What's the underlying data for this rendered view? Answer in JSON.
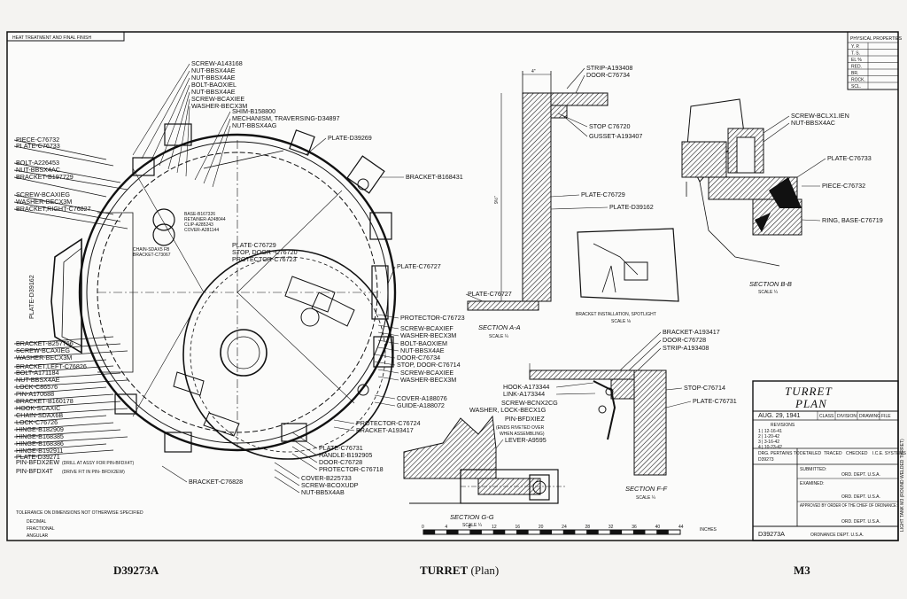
{
  "sheet": {
    "heat_treatment_header": "HEAT TREATMENT AND FINAL FINISH",
    "physical_properties": {
      "header": "PHYSICAL PROPERTIES",
      "rows": [
        "Y. P.",
        "T. S.",
        "EL %",
        "RED.",
        "BR.",
        "ROCK.",
        "SCL."
      ]
    },
    "tolerance_note": {
      "title": "TOLERANCE ON DIMENSIONS NOT OTHERWISE SPECIFIED",
      "rows": [
        "DECIMAL",
        "FRACTIONAL",
        "ANGULAR"
      ]
    },
    "side_note": "LIGHT TANK M3 (ROUND WELDED TURRET)"
  },
  "labels_left": [
    "PIECE-C76732",
    "PLATE-C76733",
    "BOLT-A226453",
    "NUT-BBSX4AC",
    "BRACKET-B197729",
    "SCREW-BCAXIEG",
    "WASHER-BECX3M",
    "BRACKET,RIGHT-C76827",
    "PLATE-D39162",
    "BRACKET-B257766",
    "SCREW-BCAXIEG",
    "WASHER-BECX3M",
    "BRACKET,LEFT-C76826",
    "BOLT-A171184",
    "NUT-BBSX4AE",
    "LOCK-C86576",
    "PIN-A170688",
    "BRACKET-B160178",
    "HOOK-SCAXIC",
    "CHAIN-SDAX6B",
    "LOCK-C76726",
    "HINGE-B182909",
    "HINGE-B168385",
    "HINGE-B168386",
    "HINGE-B192911",
    "PLATE-D39271"
  ],
  "pins": [
    {
      "part": "PIN-BFDX2EW",
      "note": "(DRILL AT ASSY FOR PIN-BFDX4T)"
    },
    {
      "part": "PIN-BFDX4T",
      "note": "(DRIVE FIT IN PIN- BFDX2EW)"
    }
  ],
  "labels_top": [
    "SCREW-A143168",
    "NUT-BBSX4AE",
    "NUT-BBSX4AE",
    "BOLT-BAOXIEL",
    "NUT-BBSX4AE",
    "SCREW-BCAXIEE",
    "WASHER-BECX3M",
    "SHIM-B158800",
    "MECHANISM, TRAVERSING-D34897",
    "NUT-BBSX4AG"
  ],
  "labels_inner": [
    "PLATE-D39269",
    "BRACKET-B168431",
    "PLATE-C76729",
    "STOP, DOOR -C76720",
    "PROTECTOR-C76723",
    "PLATE-C76727",
    "BASE-B167326",
    "RETAINER-A248044",
    "CLIP-A285243",
    "COVER-A281144",
    "CHAIN-SDAX5 FB",
    "BRACKET-C73067"
  ],
  "labels_right_of_turret": [
    "PROTECTOR-C76723",
    "SCREW-BCAXIEF",
    "WASHER-BECX3M",
    "BOLT-BAOXIEM",
    "NUT-BBSX4AE",
    "DOOR-C76734",
    "STOP, DOOR-C76714",
    "SCREW-BCAXIEE",
    "WASHER-BECX3M",
    "COVER-A188076",
    "GUIDE-A188072",
    "PROTECTOR-C76724",
    "BRACKET-A193417"
  ],
  "labels_bottom": [
    "PLATE-C76731",
    "HANDLE-B192905",
    "DOOR-C76728",
    "PROTECTOR-C76718",
    "COVER-B225733",
    "SCREW-BCOXUDP",
    "NUT-BB5X4AB",
    "BRACKET-C76828"
  ],
  "section_a": {
    "labels": [
      "STRIP-A193408",
      "DOOR-C76734",
      "STOP C76720",
      "GUSSET-A193407",
      "PLATE-C76729",
      "PLATE-D39162",
      "PLATE-C76727"
    ],
    "title": "SECTION A-A",
    "scale": "SCALE ¼",
    "note": "BRACKET INSTALLATION, SPOTLIGHT",
    "note_scale": "SCALE ⅛",
    "dim_top": "4\"",
    "dim_side": "9½\""
  },
  "section_b": {
    "labels": [
      "SCREW-BCLX1.IEN",
      "NUT-BBSX4AC",
      "PLATE-C76733",
      "PIECE-C76732",
      "RING, BASE-C76719"
    ],
    "title": "SECTION B-B",
    "scale": "SCALE ¼"
  },
  "section_f": {
    "labels": [
      "BRACKET-A193417",
      "DOOR-C76728",
      "STRIP-A193408",
      "HOOK-A173344",
      "LINK-A173344",
      "STOP-C76714",
      "PLATE-C76731"
    ],
    "title": "SECTION F-F",
    "scale": "SCALE ¼"
  },
  "section_g": {
    "labels": [
      "SCREW-BCNX2CG",
      "WASHER, LOCK-BECX1G",
      "PIN-BFDXIEZ",
      "(ENDS RIVETED OVER",
      "WHEN ASSEMBLING)",
      "LEVER-A9595"
    ],
    "title": "SECTION G-G",
    "scale": "SCALE ¼"
  },
  "scale_bar": {
    "ticks": [
      "0",
      "4",
      "8",
      "12",
      "16",
      "20",
      "24",
      "28",
      "32",
      "36",
      "40",
      "44"
    ],
    "unit": "INCHES"
  },
  "title_block": {
    "title_line1": "TURRET",
    "title_line2": "PLAN",
    "date": "AUG. 29, 1941",
    "headers": [
      "CLASS",
      "DIVISION",
      "DRAWING",
      "FILE"
    ],
    "revisions_label": "REVISIONS",
    "revision_rows": [
      "1 | 12-16-41",
      "2 | 1-20-42",
      "3 | 3-16-42",
      "4 | 10-23-42"
    ],
    "pertains_label": "DRG. PERTAINS TO",
    "pertains_value": "D39273",
    "col_labels": [
      "DETAILED",
      "TRACED",
      "CHECKED",
      "I.C.E. SYSTEMS"
    ],
    "submitted": "SUBMITTED:",
    "submitted_value": "ORD. DEPT. U.S.A.",
    "examined": "EXAMINED:",
    "examined_value": "ORD. DEPT. U.S.A.",
    "approved": "APPROVED BY ORDER OF THE CHIEF OF ORDNANCE:",
    "approved_value": "ORD. DEPT. U.S.A.",
    "drawing_no": "D39273A",
    "dept": "ORDNANCE DEPT. U.S.A."
  },
  "captions": {
    "left": "D39273A",
    "center_bold": "TURRET",
    "center_plain": " (Plan)",
    "right": "M3"
  }
}
